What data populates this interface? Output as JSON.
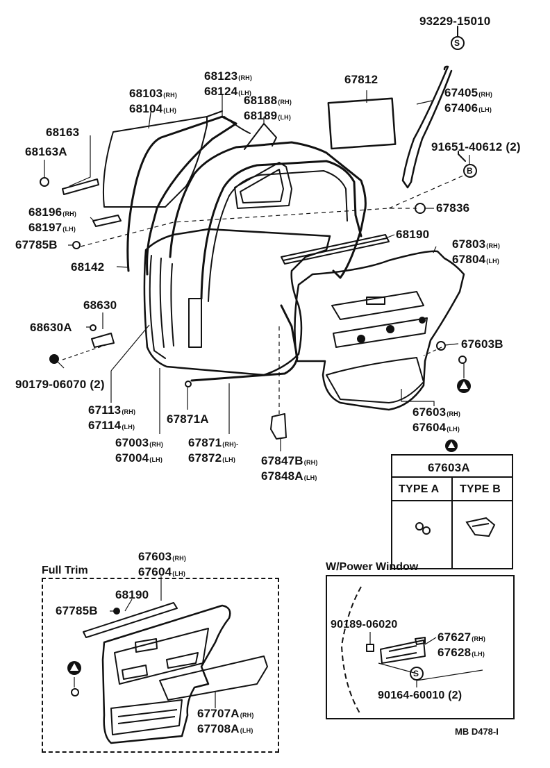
{
  "parts": {
    "p93229": "93229-15010",
    "p67812": "67812",
    "p68123": "68123",
    "p68123s": "(RH)",
    "p68124": "68124",
    "p68124s": "(LH)",
    "p68103": "68103",
    "p68103s": "(RH)",
    "p68104": "68104",
    "p68104s": "(LH)",
    "p68188": "68188",
    "p68188s": "(RH)",
    "p68189": "68189",
    "p68189s": "(LH)",
    "p67405": "67405",
    "p67405s": "(RH)",
    "p67406": "67406",
    "p67406s": "(LH)",
    "p68163": "68163",
    "p68163A": "68163A",
    "p91651": "91651-40612 (2)",
    "p67836": "67836",
    "p68196": "68196",
    "p68196s": "(RH)",
    "p68197": "68197",
    "p68197s": "(LH)",
    "p68190": "68190",
    "p67785B": "67785B",
    "p67803": "67803",
    "p67803s": "(RH)",
    "p67804": "67804",
    "p67804s": "(LH)",
    "p68142": "68142",
    "p68630": "68630",
    "p68630A": "68630A",
    "p67603B": "67603B",
    "p90179": "90179-06070 (2)",
    "p67113": "67113",
    "p67113s": "(RH)",
    "p67114": "67114",
    "p67114s": "(LH)",
    "p67871A": "67871A",
    "p67603": "67603",
    "p67603s": "(RH)",
    "p67604": "67604",
    "p67604s": "(LH)",
    "p67003": "67003",
    "p67003s": "(RH)",
    "p67004": "67004",
    "p67004s": "(LH)",
    "p67871": "67871",
    "p67871s": "(RH)-",
    "p67872": "67872",
    "p67872s": "(LH)",
    "p67847B": "67847B",
    "p67847Bs": "(RH)",
    "p67848A": "67848A",
    "p67848As": "(LH)"
  },
  "table": {
    "title": "67603A",
    "col_a": "TYPE A",
    "col_b": "TYPE B"
  },
  "full_trim": {
    "title": "Full Trim",
    "p67603": "67603",
    "p67603s": "(RH)",
    "p67604": "67604",
    "p67604s": "(LH)",
    "p68190": "68190",
    "p67785B": "67785B",
    "p67707A": "67707A",
    "p67707As": "(RH)",
    "p67708A": "67708A",
    "p67708As": "(LH)"
  },
  "power_window": {
    "title": "W/Power Window",
    "p90189": "90189-06020",
    "p67627": "67627",
    "p67627s": "(RH)",
    "p67628": "67628",
    "p67628s": "(LH)",
    "p90164": "90164-60010 (2)"
  },
  "symbols": {
    "s": "S",
    "b": "B"
  },
  "drawing_code": "MB D478-I"
}
